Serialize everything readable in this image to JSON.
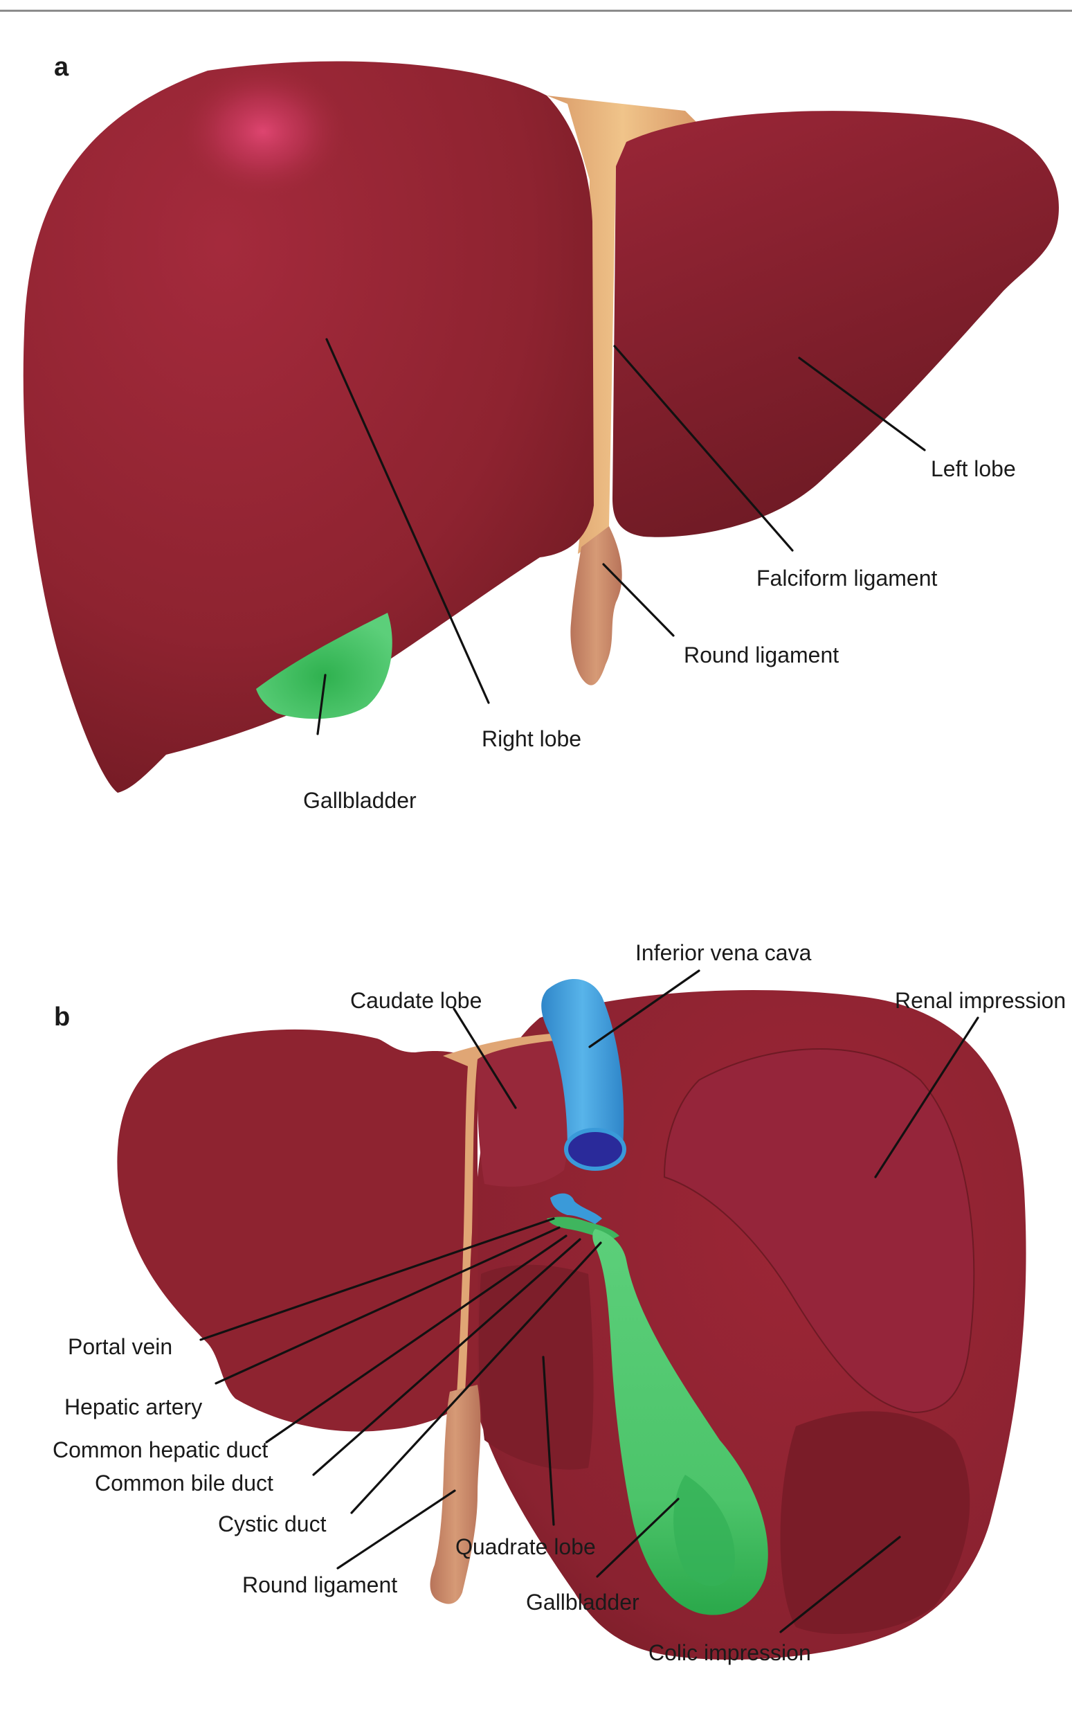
{
  "panels": {
    "a": {
      "letter": "a",
      "labels": {
        "left_lobe": "Left lobe",
        "falciform_ligament": "Falciform ligament",
        "round_ligament": "Round ligament",
        "right_lobe": "Right lobe",
        "gallbladder": "Gallbladder"
      }
    },
    "b": {
      "letter": "b",
      "labels": {
        "inferior_vena_cava": "Inferior vena cava",
        "caudate_lobe": "Caudate lobe",
        "renal_impression": "Renal impression",
        "portal_vein": "Portal vein",
        "hepatic_artery": "Hepatic artery",
        "common_hepatic_duct": "Common hepatic duct",
        "common_bile_duct": "Common bile duct",
        "cystic_duct": "Cystic duct",
        "round_ligament": "Round ligament",
        "quadrate_lobe": "Quadrate lobe",
        "gallbladder": "Gallbladder",
        "colic_impression": "Colic impression"
      }
    }
  },
  "colors": {
    "liver": "#8e2330",
    "liver_dark": "#6a1820",
    "liver_highlight": "#d9416a",
    "ligament": "#e8b07a",
    "round_ligament": "#c98a6a",
    "gallbladder": "#4cc46a",
    "vena_cava": "#3a9ad9",
    "vena_cava_lumen": "#2a2a9a",
    "leader_line": "#111111"
  }
}
